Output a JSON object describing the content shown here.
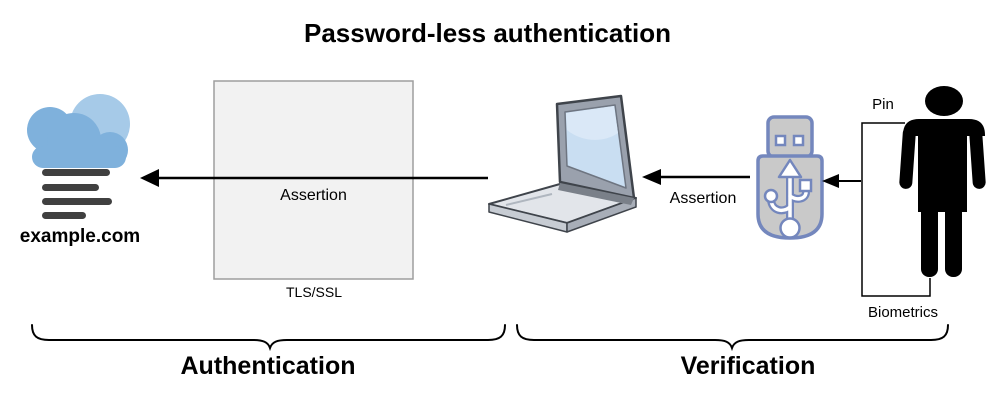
{
  "title": "Password-less authentication",
  "nodes": {
    "server": {
      "icon": "cloud-server-icon",
      "label": "example.com"
    },
    "tls_box": {
      "label": "Assertion",
      "sublabel": "TLS/SSL"
    },
    "laptop": {
      "icon": "laptop-icon"
    },
    "security_key": {
      "icon": "usb-security-key-icon"
    },
    "user": {
      "icon": "person-icon",
      "top_label": "Pin",
      "bottom_label": "Biometrics"
    }
  },
  "arrows": {
    "key_to_laptop": {
      "label": "Assertion"
    }
  },
  "groups": {
    "authentication": {
      "label": "Authentication"
    },
    "verification": {
      "label": "Verification"
    }
  },
  "colors": {
    "cloud_main": "#7FB1DC",
    "cloud_light": "#A6CAE8",
    "server_lines": "#404040",
    "box_fill": "#F2F2F2",
    "box_border": "#9E9E9E",
    "laptop_screen": "#C9DEF2",
    "usb_fill": "#C9C9C9",
    "usb_border": "#7487BD",
    "ink": "#000000"
  }
}
